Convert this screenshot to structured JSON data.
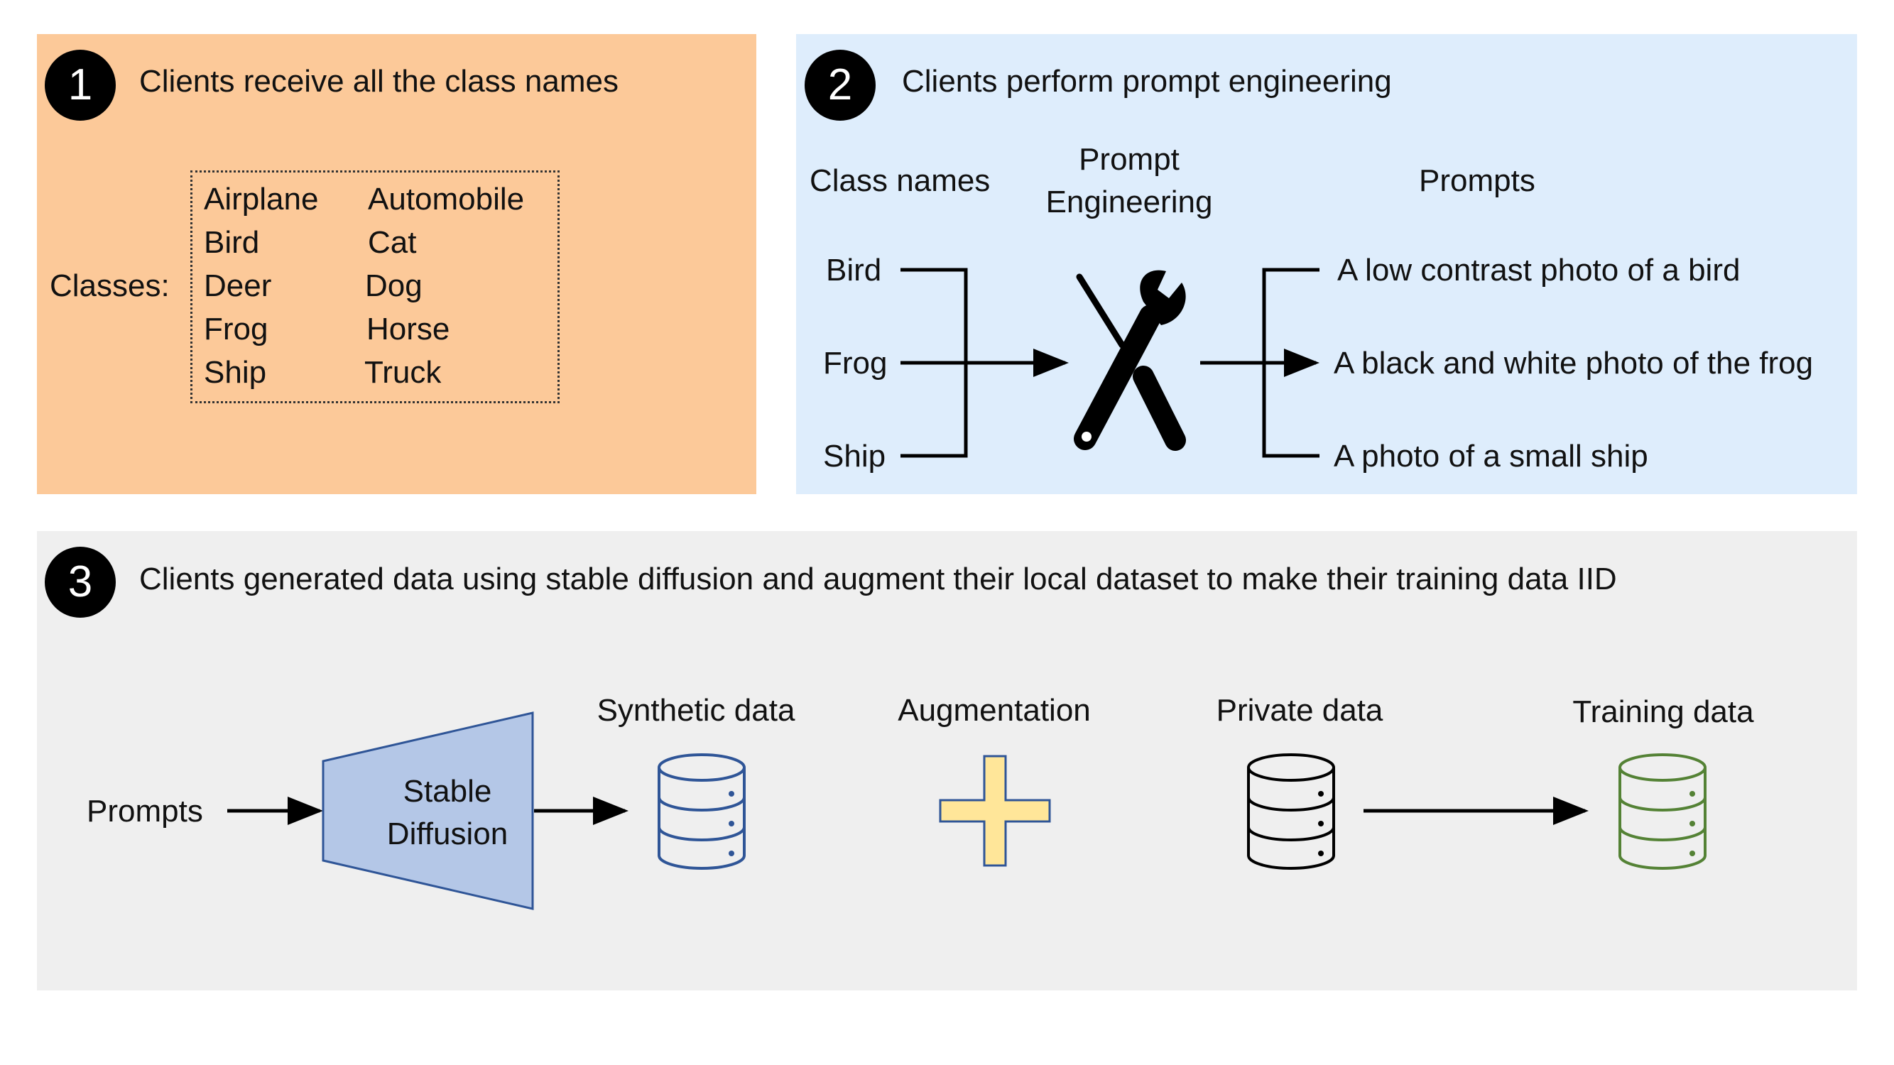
{
  "step1": {
    "number": "1",
    "title": "Clients receive all the class names",
    "classes_label": "Classes:",
    "classes": [
      "Airplane",
      "Automobile",
      "Bird",
      "Cat",
      "Deer",
      "Dog",
      "Frog",
      "Horse",
      "Ship",
      "Truck"
    ]
  },
  "step2": {
    "number": "2",
    "title": "Clients perform prompt engineering",
    "col_class_names": "Class names",
    "col_prompt_engineering_line1": "Prompt",
    "col_prompt_engineering_line2": "Engineering",
    "col_prompts": "Prompts",
    "inputs": [
      "Bird",
      "Frog",
      "Ship"
    ],
    "outputs": [
      "A low contrast photo of a bird",
      "A black and white photo of the frog",
      "A photo of a small ship"
    ],
    "tool_icon": "wrench-screwdriver-icon"
  },
  "step3": {
    "number": "3",
    "title": "Clients generated data using stable diffusion and augment their local dataset to make their training data IID",
    "prompts_label": "Prompts",
    "model_line1": "Stable",
    "model_line2": "Diffusion",
    "synthetic_label": "Synthetic data",
    "augmentation_label": "Augmentation",
    "private_label": "Private data",
    "training_label": "Training data"
  },
  "colors": {
    "panel1_bg": "#fcc999",
    "panel2_bg": "#deedfc",
    "panel3_bg": "#efefef",
    "stable_diffusion_fill": "#b4c7e7",
    "stable_diffusion_stroke": "#2f5597",
    "synthetic_db": "#2f5597",
    "private_db": "#000000",
    "training_db": "#548235",
    "plus_fill": "#ffe699",
    "plus_stroke": "#2f5597"
  }
}
